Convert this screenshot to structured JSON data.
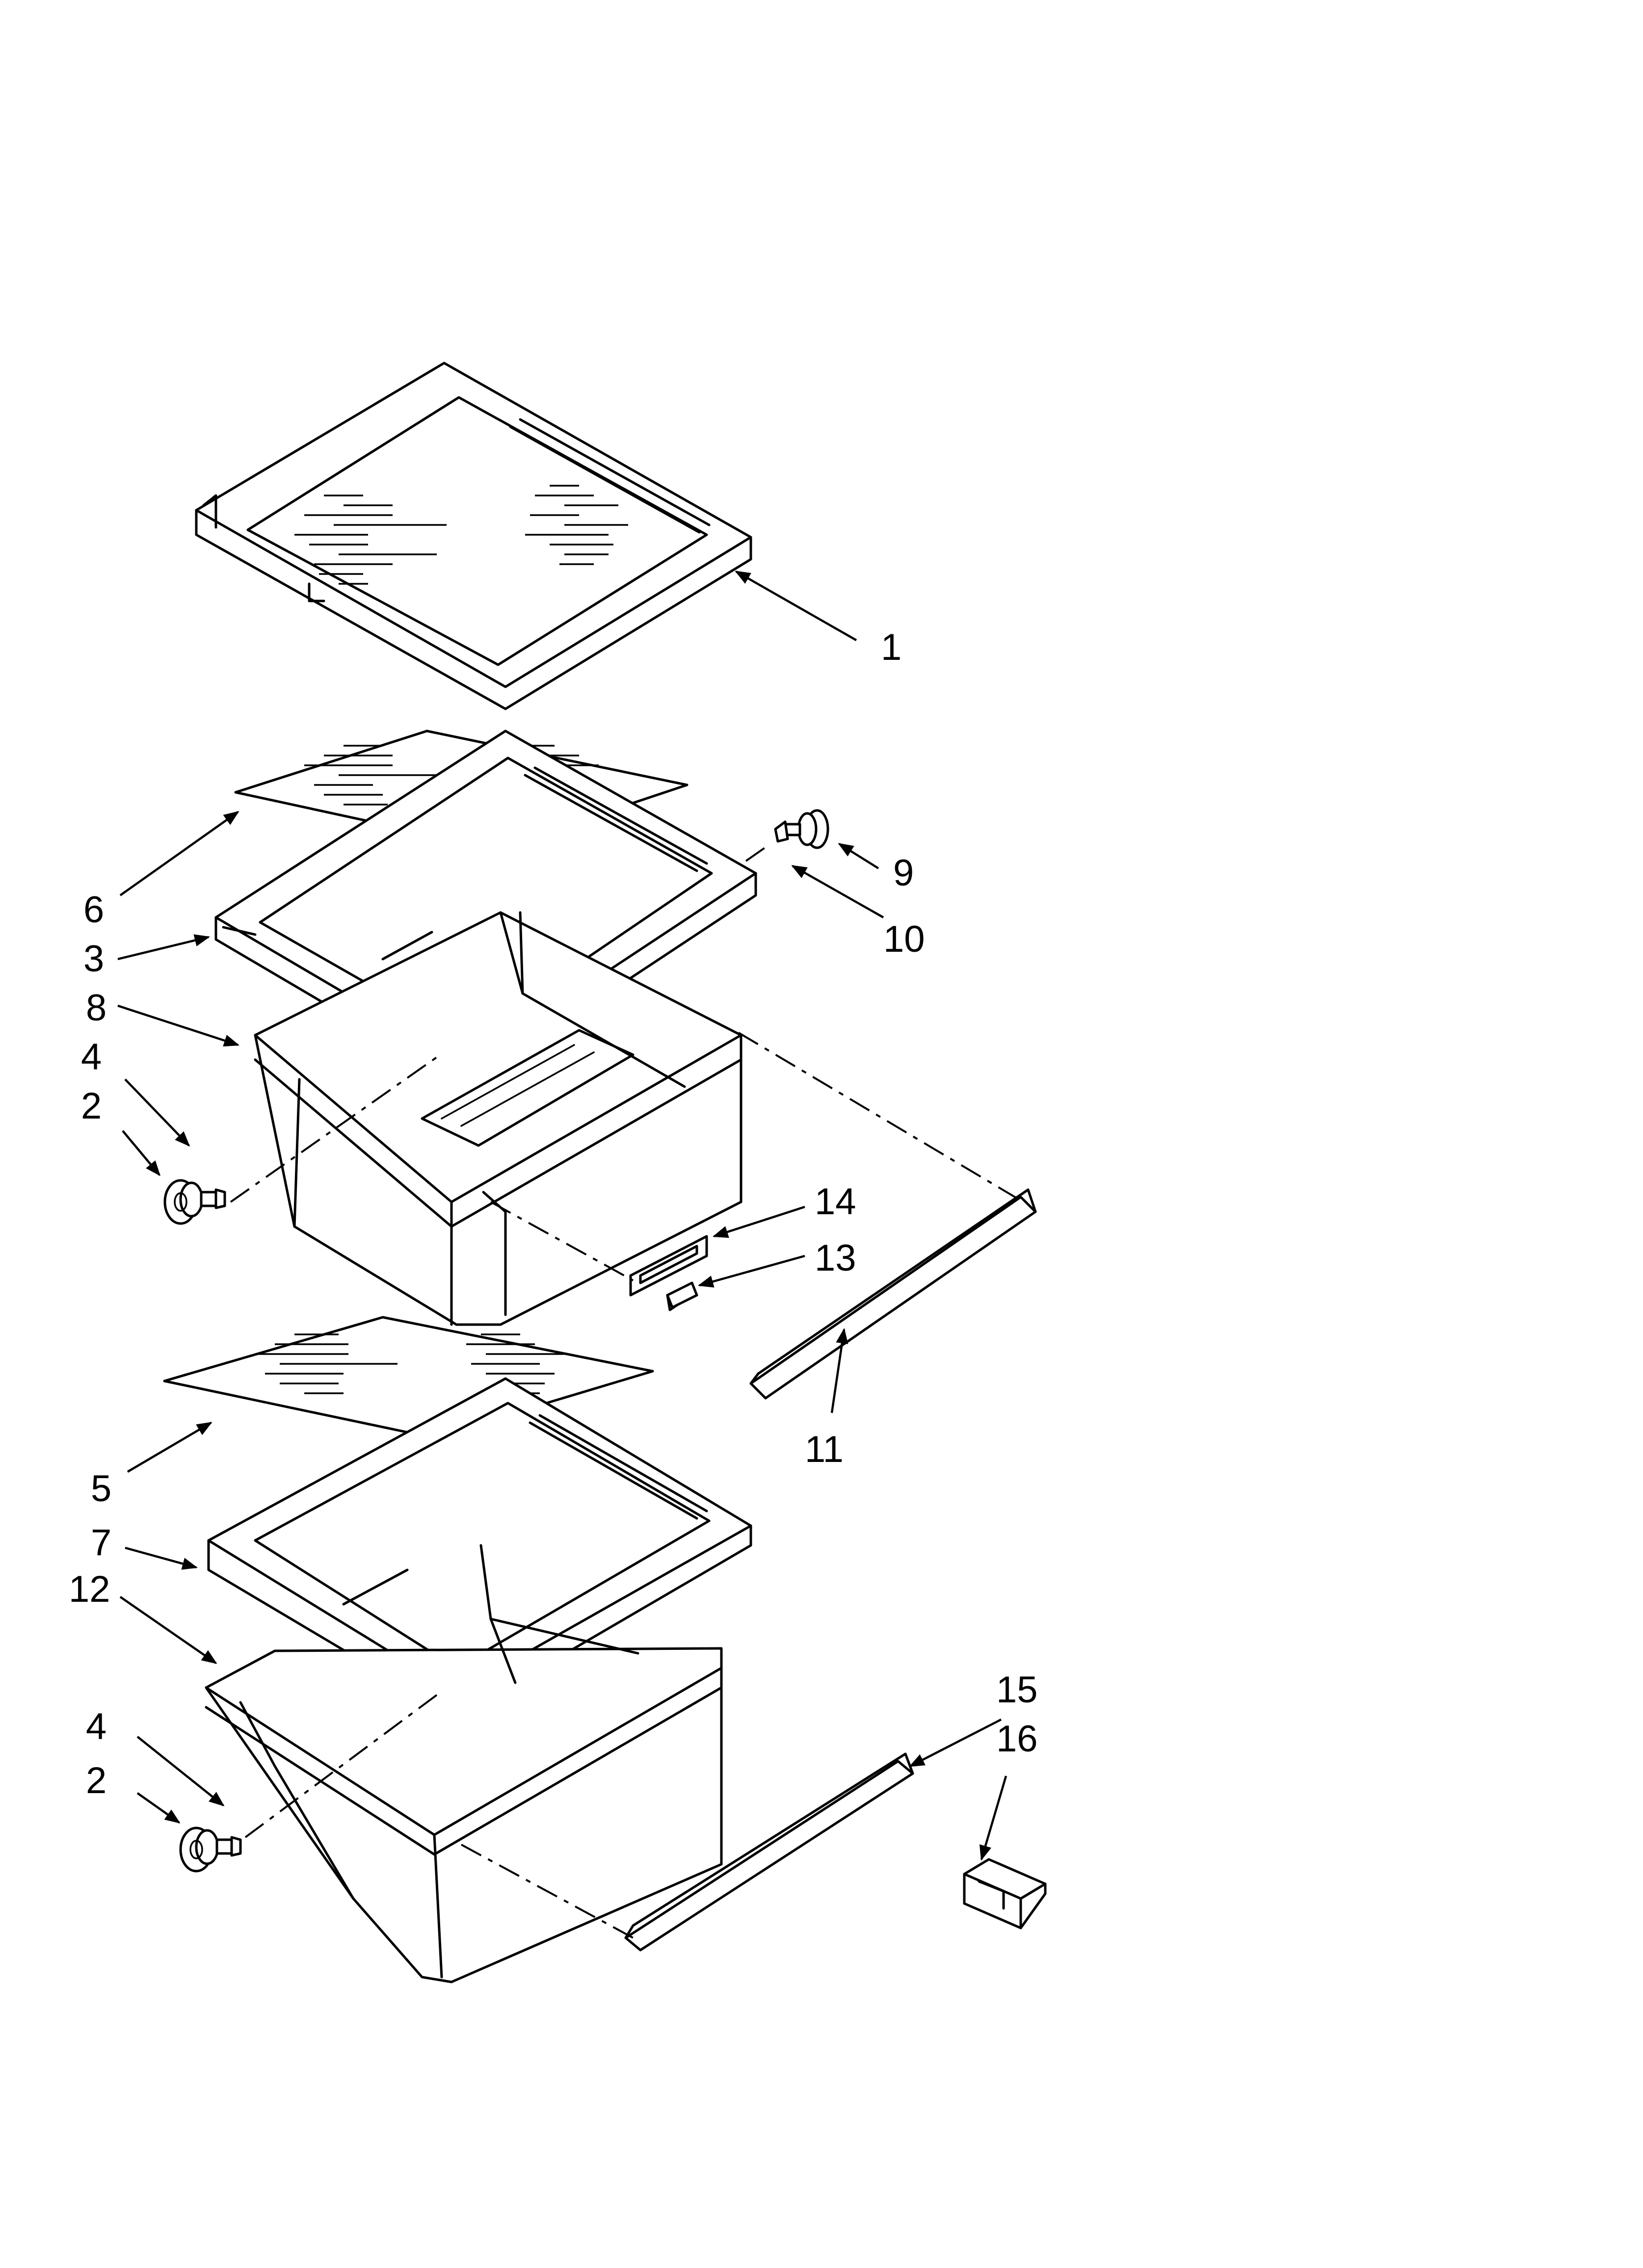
{
  "callouts": {
    "c1": "1",
    "c2a": "2",
    "c2b": "2",
    "c3": "3",
    "c4a": "4",
    "c4b": "4",
    "c5": "5",
    "c6": "6",
    "c7": "7",
    "c8": "8",
    "c9": "9",
    "c10": "10",
    "c11": "11",
    "c12": "12",
    "c13": "13",
    "c14": "14",
    "c15": "15",
    "c16": "16"
  },
  "colors": {
    "ink": "#000000",
    "paper": "#ffffff"
  }
}
